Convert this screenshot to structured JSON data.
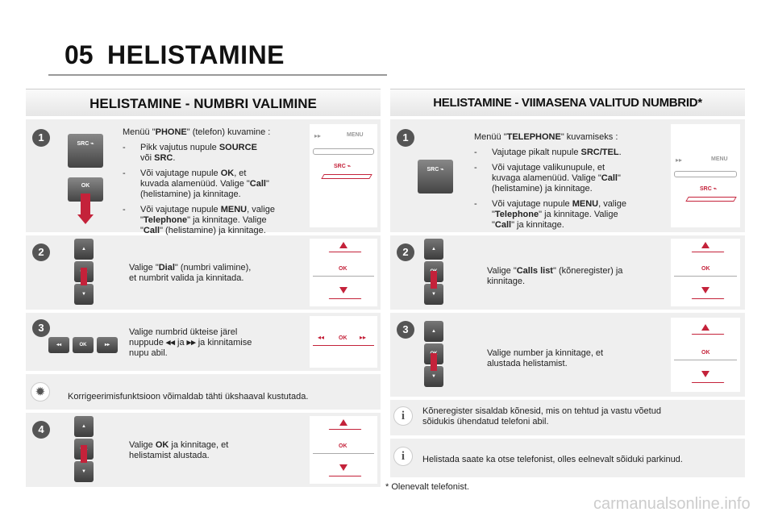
{
  "chapter": {
    "number": "05",
    "title": "HELISTAMINE"
  },
  "left": {
    "header": "HELISTAMINE - NUMBRI VALIMINE",
    "step1": {
      "num": "1",
      "intro_a": "Menüü \"",
      "intro_b": "PHONE",
      "intro_c": "\" (telefon) kuvamine :",
      "b1_a": "Pikk vajutus nupule ",
      "b1_b": "SOURCE",
      "b1_c": "või ",
      "b1_d": "SRC",
      ".": "",
      "b2_a": "Või vajutage nupule ",
      "b2_b": "OK",
      "b2_c": ", et",
      "b2_d": "kuvada alamenüüd. Valige \"",
      "b2_e": "Call",
      "b2_f": "\"",
      "b2_g": "(helistamine) ja kinnitage.",
      "b3_a": "Või vajutage nupule ",
      "b3_b": "MENU",
      "b3_c": ", valige",
      "b3_d": "\"",
      "b3_e": "Telephone",
      "b3_f": "\" ja kinnitage. Valige",
      "b3_g": "\"",
      "b3_h": "Call",
      "b3_i": "\" (helistamine) ja kinnitage."
    },
    "step2": {
      "num": "2",
      "t1a": "Valige \"",
      "t1b": "Dial",
      "t1c": "\" (numbri valimine),",
      "t2": "et numbrit valida ja kinnitada."
    },
    "step3": {
      "num": "3",
      "t1": "Valige numbrid ükteise järel",
      "t2a": "nuppude ",
      "t2b": "◂◂",
      "t2c": " ja ",
      "t2d": "▸▸",
      "t2e": " ja kinnitamise",
      "t3": "nupu abil."
    },
    "tip": {
      "text": "Korrigeerimisfunktsioon võimaldab tähti ükshaaval kustutada."
    },
    "step4": {
      "num": "4",
      "t1a": "Valige ",
      "t1b": "OK",
      "t1c": " ja kinnitage, et",
      "t2": "helistamist alustada."
    }
  },
  "right": {
    "header": "HELISTAMINE - VIIMASENA VALITUD NUMBRID*",
    "step1": {
      "num": "1",
      "intro_a": "Menüü \"",
      "intro_b": "TELEPHONE",
      "intro_c": "\" kuvamiseks :",
      "b1_a": "Vajutage pikalt nupule ",
      "b1_b": "SRC/TEL",
      "b2_a": "Või vajutage valikunupule, et",
      "b2_b": "kuvaga alamenüüd. Valige \"",
      "b2_c": "Call",
      "b2_d": "\"",
      "b2_e": "(helistamine) ja kinnitage.",
      "b3_a": "Või vajutage nupule ",
      "b3_b": "MENU",
      "b3_c": ", valige",
      "b3_d": "\"",
      "b3_e": "Telephone",
      "b3_f": "\" ja kinnitage. Valige",
      "b3_g": "\"",
      "b3_h": "Call",
      "b3_i": "\" ja kinnitage."
    },
    "step2": {
      "num": "2",
      "t1a": "Valige \"",
      "t1b": "Calls list",
      "t1c": "\" (kõneregister) ja",
      "t2": "kinnitage."
    },
    "step3": {
      "num": "3",
      "t1": "Valige number ja kinnitage, et",
      "t2": "alustada helistamist."
    },
    "info1": {
      "t1": "Kõneregister sisaldab kõnesid, mis on tehtud ja vastu võetud",
      "t2": "sõidukis ühendatud telefoni abil."
    },
    "info2": {
      "text": "Helistada saate ka otse telefonist, olles eelnevalt sõiduki parkinud."
    },
    "footnote": "* Olenevalt telefonist."
  },
  "labels": {
    "src": "SRC",
    "ok": "OK",
    "menu": "MENU",
    "dash": "-",
    "period": "."
  },
  "watermark": "carmanualsonline.info",
  "colors": {
    "accent_red": "#c4223a",
    "header_bg": "#e6e6e6",
    "row_bg": "#efefef"
  }
}
